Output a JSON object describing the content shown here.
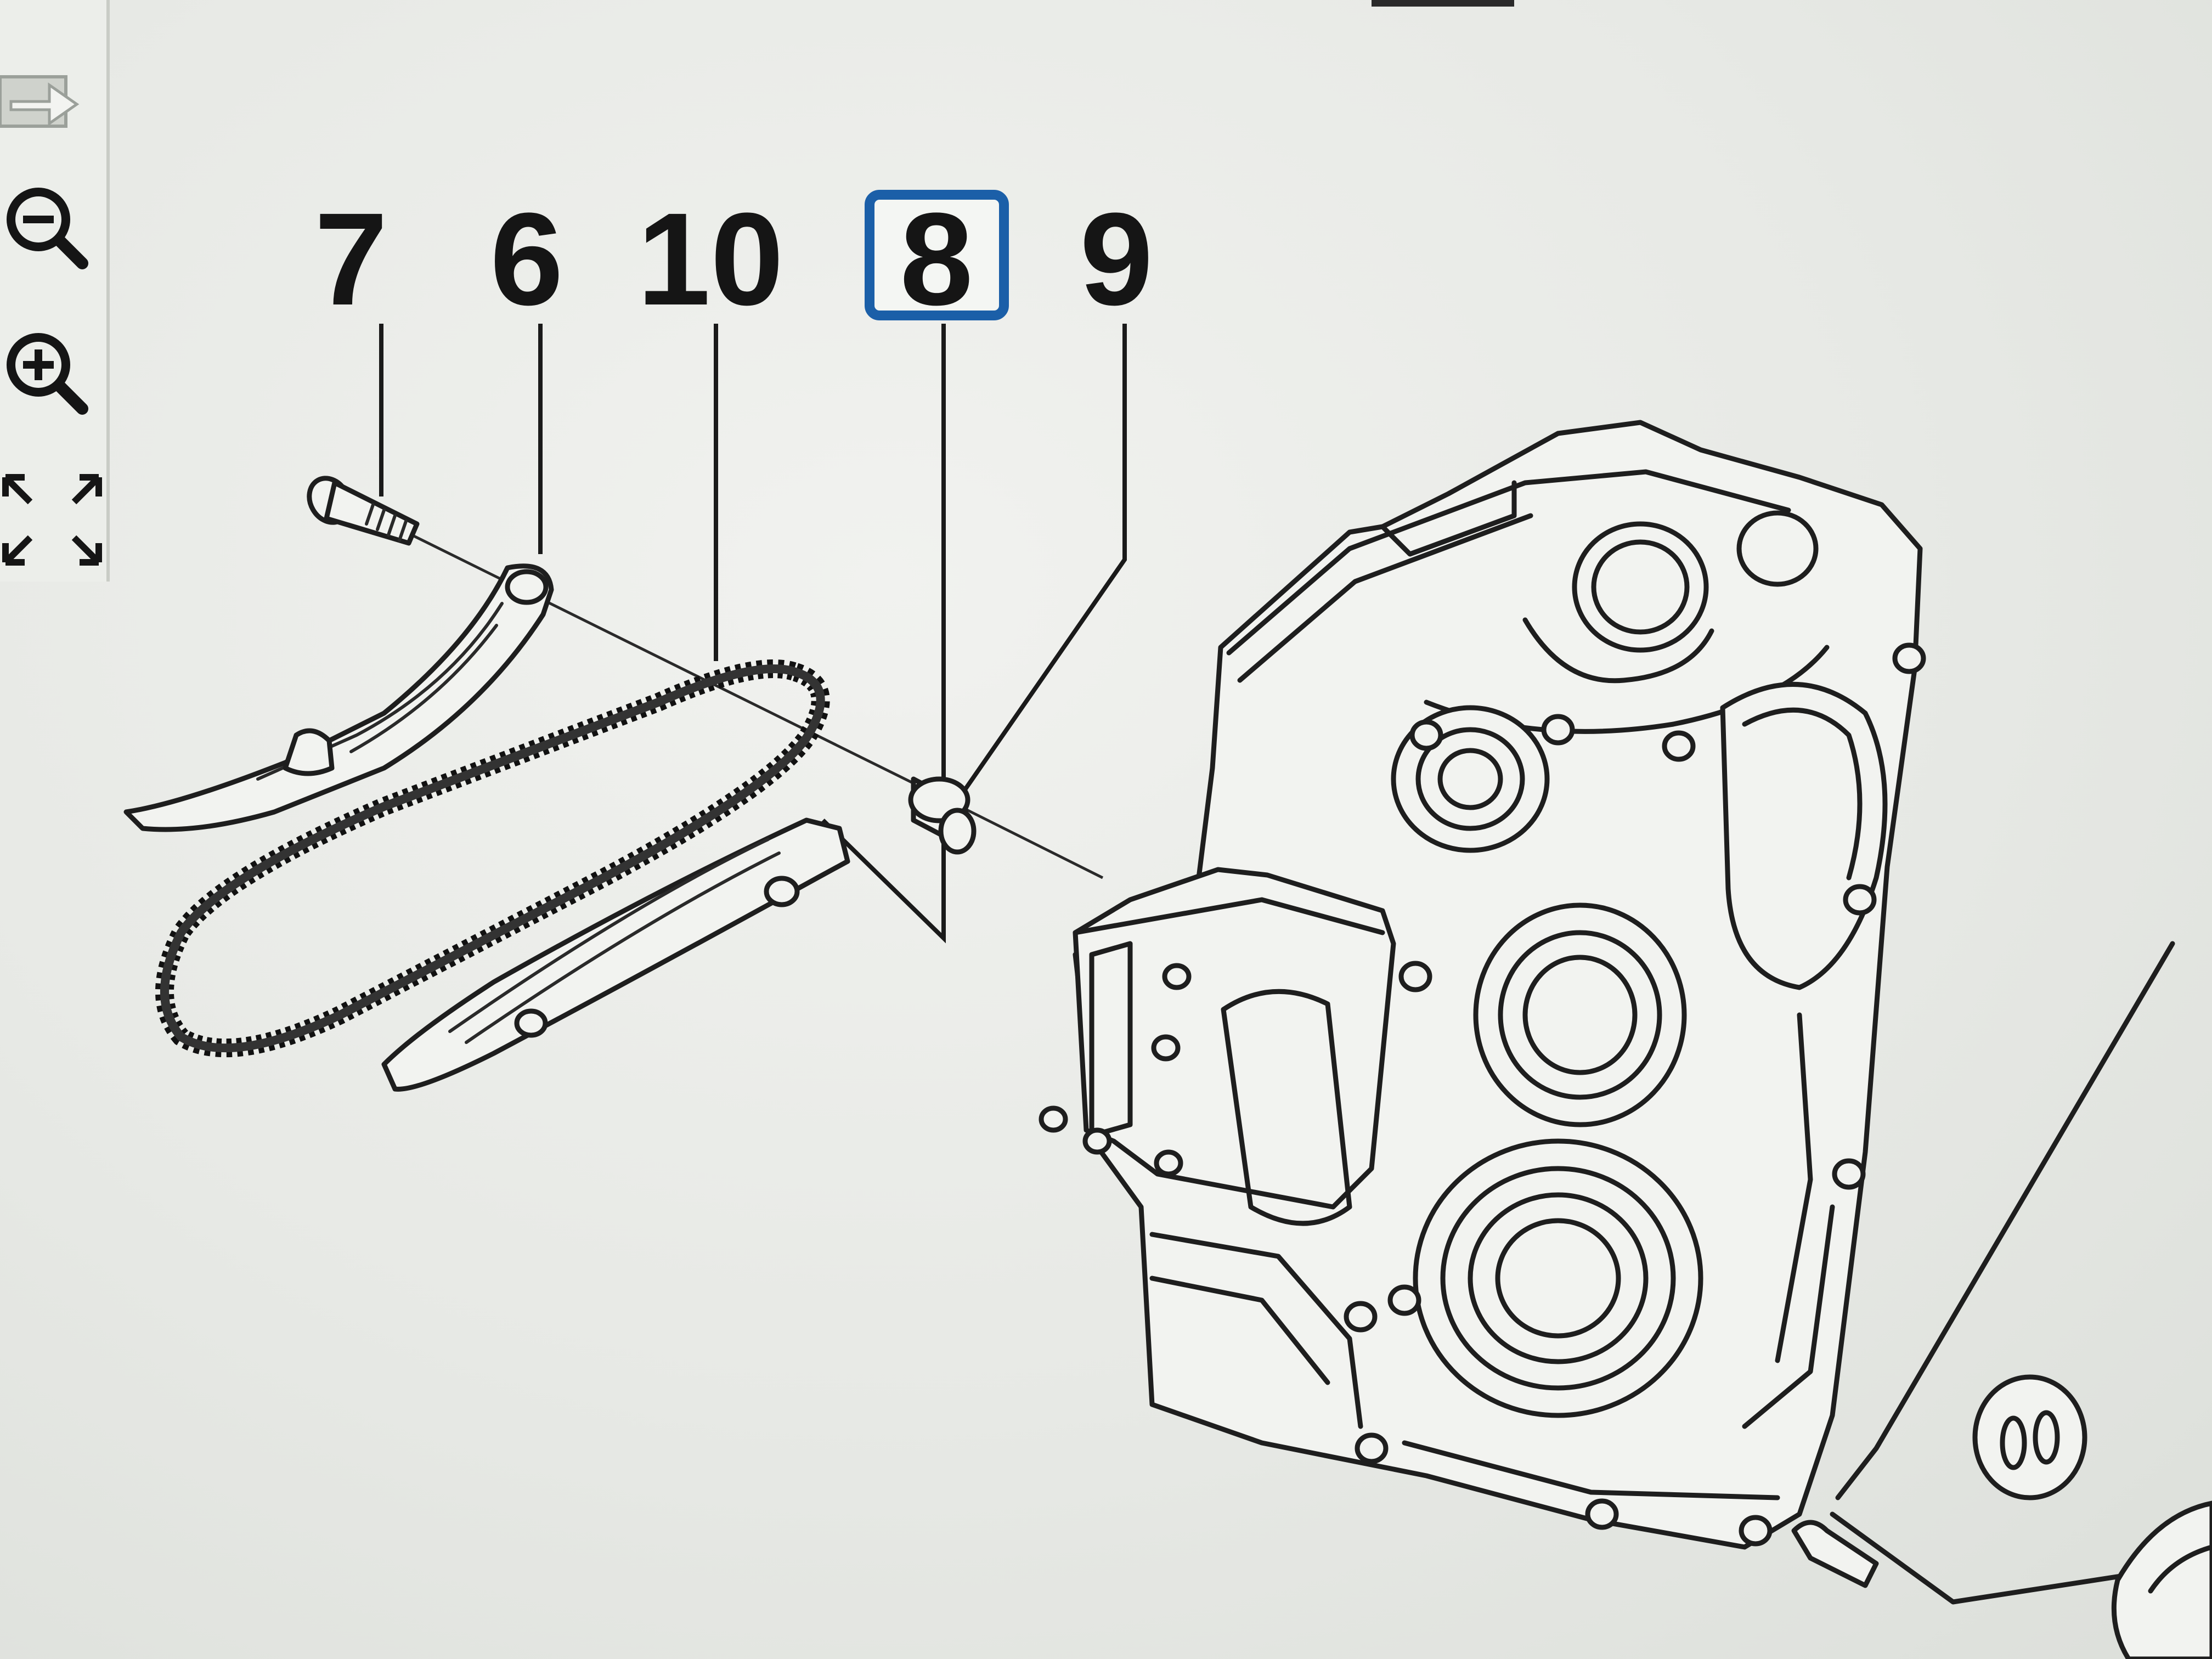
{
  "toolbar": {
    "items": [
      {
        "name": "export",
        "icon": "export-icon"
      },
      {
        "name": "zoom-out",
        "icon": "zoom-out-icon"
      },
      {
        "name": "zoom-in",
        "icon": "zoom-in-icon"
      },
      {
        "name": "fit",
        "icon": "fit-to-screen-icon"
      }
    ]
  },
  "callouts": {
    "c7": "7",
    "c6": "6",
    "c10": "10",
    "c8": "8",
    "c9": "9"
  },
  "selected_callout": "8",
  "colors": {
    "selection_frame": "#1b5fa8",
    "line_art": "#1e1e1e",
    "background": "#e9ebe7"
  }
}
